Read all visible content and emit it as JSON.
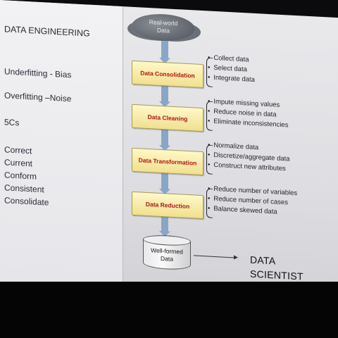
{
  "left": {
    "title": "DATA ENGINEERING",
    "underfitting": "Underfitting - Bias",
    "overfitting": "Overfitting –Noise",
    "fivecs_heading": "5Cs",
    "fivecs": [
      "Correct",
      "Current",
      "Conform",
      "Consistent",
      "Consolidate"
    ]
  },
  "diagram": {
    "source_line1": "Real-world",
    "source_line2": "Data",
    "stages": [
      {
        "label": "Data Consolidation",
        "items": [
          "Collect data",
          "Select data",
          "Integrate data"
        ]
      },
      {
        "label": "Data Cleaning",
        "items": [
          "Impute missing values",
          "Reduce noise in data",
          "Eliminate inconsistencies"
        ]
      },
      {
        "label": "Data Transformation",
        "items": [
          "Normalize data",
          "Discretize/aggregate data",
          "Construct new attributes"
        ]
      },
      {
        "label": "Data Reduction",
        "items": [
          "Reduce number of variables",
          "Reduce number of cases",
          "Balance skewed data"
        ]
      }
    ],
    "output_line1": "Well-formed",
    "output_line2": "Data",
    "target_line1": "DATA",
    "target_line2": "SCIENTIST"
  }
}
